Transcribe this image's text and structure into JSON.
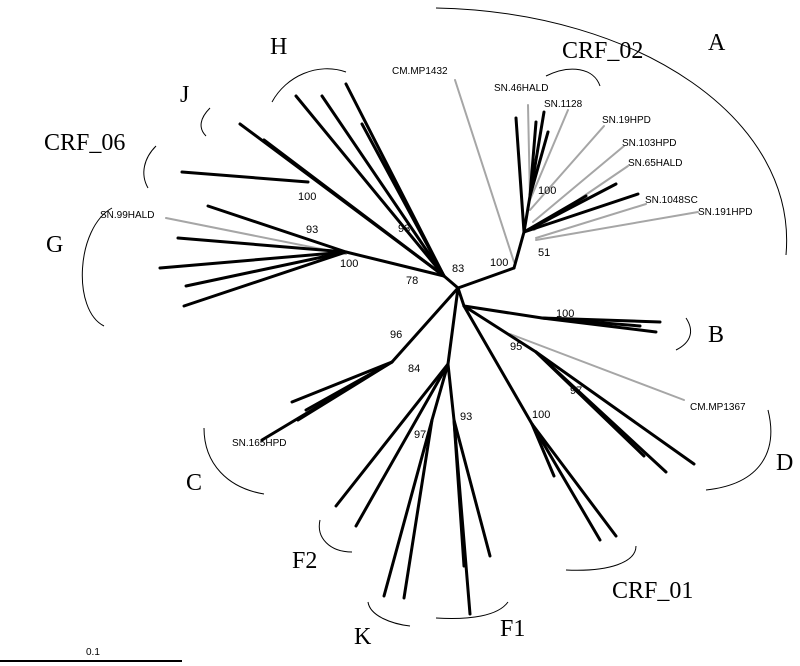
{
  "clade_labels": {
    "A": "A",
    "CRF_02": "CRF_02",
    "H": "H",
    "J": "J",
    "CRF_06": "CRF_06",
    "G": "G",
    "B": "B",
    "D": "D",
    "CRF_01": "CRF_01",
    "F1": "F1",
    "K": "K",
    "F2": "F2",
    "C": "C"
  },
  "taxa": {
    "cm_mp1432": "CM.MP1432",
    "sn_46hald": "SN.46HALD",
    "sn_1128": "SN.1128",
    "sn_19hpd": "SN.19HPD",
    "sn_103hpd": "SN.103HPD",
    "sn_65hald": "SN.65HALD",
    "sn_1048sc": "SN.1048SC",
    "sn_191hpd": "SN.191HPD",
    "sn_99hald": "SN.99HALD",
    "sn_165hpd": "SN.165HPD",
    "cm_mp1367": "CM.MP1367"
  },
  "bootstrap": {
    "b100_h": "100",
    "b93_h": "93",
    "b93_g": "93",
    "b100_g": "100",
    "b78": "78",
    "b83": "83",
    "b100_a": "100",
    "b100_crf02": "100",
    "b51": "51",
    "b100_b": "100",
    "b95": "95",
    "b97_d": "97",
    "b100_crf01": "100",
    "b96": "96",
    "b84": "84",
    "b97_k": "97",
    "b93_f1": "93"
  },
  "scale_bar": {
    "label": "0.1"
  }
}
